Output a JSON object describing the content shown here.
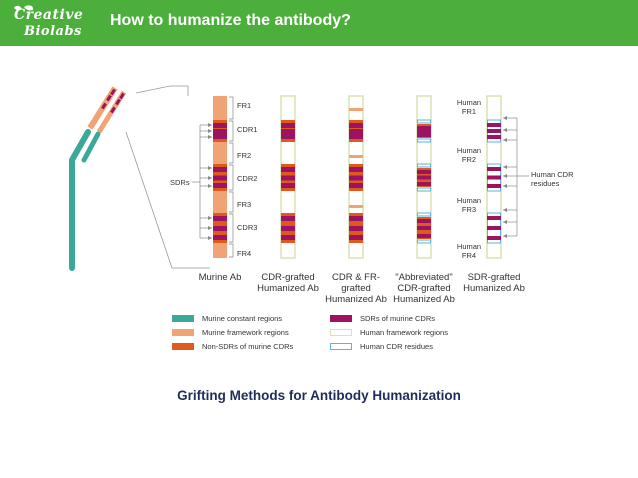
{
  "header": {
    "logo_line1": "Creative",
    "logo_line2": "Biolabs",
    "title": "How to humanize the antibody?"
  },
  "colors": {
    "header_green": "#4caf3c",
    "murine_constant": "#3aa999",
    "murine_framework": "#f0a476",
    "non_sdr_murine_cdr": "#e05a1e",
    "sdr_murine_cdr": "#9c1461",
    "human_framework": "#d7e3b2",
    "human_cdr_residue": "#5ab4e2",
    "caption_navy": "#1f2d5a"
  },
  "figure": {
    "murine_labels": [
      "FR1",
      "CDR1",
      "FR2",
      "CDR2",
      "FR3",
      "CDR3",
      "FR4"
    ],
    "sdrs_label": "SDRs",
    "human_fr_labels": [
      "Human\nFR1",
      "Human\nFR2",
      "Human\nFR3",
      "Human\nFR4"
    ],
    "human_cdr_label": "Human CDR\nresidues",
    "columns": [
      "Murine Ab",
      "CDR-grafted\nHumanized Ab",
      "CDR & FR-\ngrafted\nHumanized Ab",
      "\"Abbreviated\"\nCDR-grafted\nHumanized Ab",
      "SDR-grafted\nHumanized Ab"
    ],
    "legend": [
      {
        "label": "Murine constant regions",
        "swatch": "murine_constant"
      },
      {
        "label": "Murine framework regions",
        "swatch": "murine_framework"
      },
      {
        "label": "Non-SDRs of murine CDRs",
        "swatch": "non_sdr_murine_cdr"
      },
      {
        "label": "SDRs of murine CDRs",
        "swatch": "sdr_murine_cdr"
      },
      {
        "label": "Human framework regions",
        "swatch": "human_framework"
      },
      {
        "label": "Human CDR residues",
        "swatch": "human_cdr_residue"
      }
    ]
  },
  "caption": "Grifting Methods for Antibody Humanization"
}
